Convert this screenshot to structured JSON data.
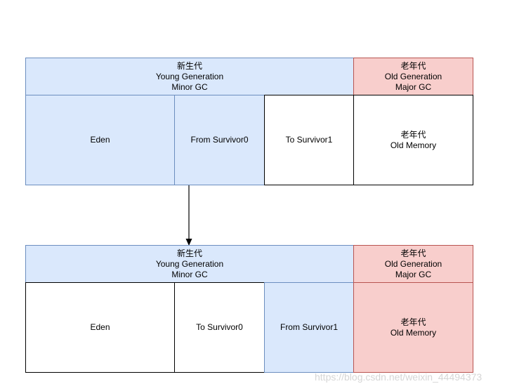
{
  "top": {
    "young_header": [
      "新生代",
      "Young Generation",
      "Minor GC"
    ],
    "old_header": [
      "老年代",
      "Old Generation",
      "Major GC"
    ],
    "eden": "Eden",
    "survivor_a": "From Survivor0",
    "survivor_b": "To Survivor1",
    "old_memory": [
      "老年代",
      "Old Memory"
    ]
  },
  "bottom": {
    "young_header": [
      "新生代",
      "Young Generation",
      "Minor GC"
    ],
    "old_header": [
      "老年代",
      "Old Generation",
      "Major GC"
    ],
    "eden": "Eden",
    "survivor_a": "To Survivor0",
    "survivor_b": "From Survivor1",
    "old_memory": [
      "老年代",
      "Old Memory"
    ]
  },
  "watermark": "https://blog.csdn.net/weixin_44494373",
  "colors": {
    "blue_fill": "#dae8fc",
    "blue_stroke": "#6c8ebf",
    "red_fill": "#f8cecc",
    "red_stroke": "#b85450"
  }
}
